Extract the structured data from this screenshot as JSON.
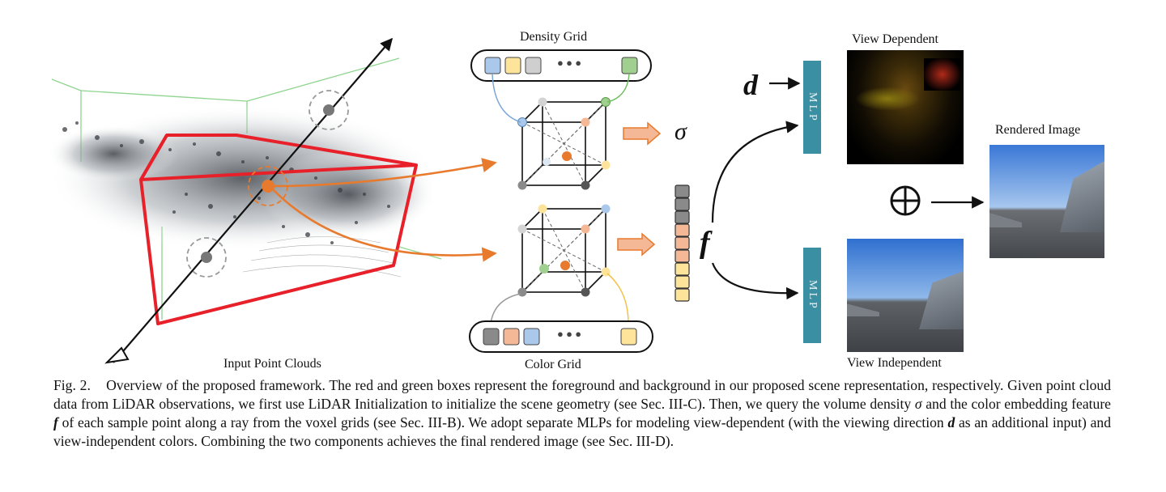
{
  "figure": {
    "labels": {
      "input_point_clouds": "Input Point Clouds",
      "density_grid": "Density Grid",
      "color_grid": "Color Grid",
      "view_dependent": "View Dependent",
      "view_independent": "View Independent",
      "rendered_image": "Rendered Image",
      "mlp_top": "MLP",
      "mlp_bottom": "MLP",
      "sigma": "σ",
      "feature": "f",
      "direction": "d",
      "dots": "● ● ●",
      "oplus": "⊕"
    },
    "colors": {
      "foreground_box": "#e8202a",
      "background_box": "#8fd48f",
      "ray_arrow": "#e87a2e",
      "mlp_block": "#3a8fa3",
      "cell_blue": "#a9c8ea",
      "cell_yellow": "#fde49a",
      "cell_gray": "#cfcfcf",
      "cell_green": "#9fd08f",
      "cell_orange": "#f5b897",
      "cell_dark_gray": "#8a8a8a"
    }
  },
  "caption": {
    "label": "Fig. 2.",
    "s1": "Overview of the proposed framework. The red and green boxes represent the foreground and background in our proposed scene representation, respectively. Given point cloud data from LiDAR observations, we first use LiDAR Initialization to initialize the scene geometry (see Sec. III-C). Then, we query the volume density",
    "sigma": "σ",
    "s2": "and the color embedding feature",
    "f": "f",
    "s3": "of each sample point along a ray from the voxel grids (see Sec. III-B). We adopt separate MLPs for modeling view-dependent (with the viewing direction",
    "d": "d",
    "s4": "as an additional input) and view-independent colors. Combining the two components achieves the final rendered image (see Sec. III-D)."
  }
}
